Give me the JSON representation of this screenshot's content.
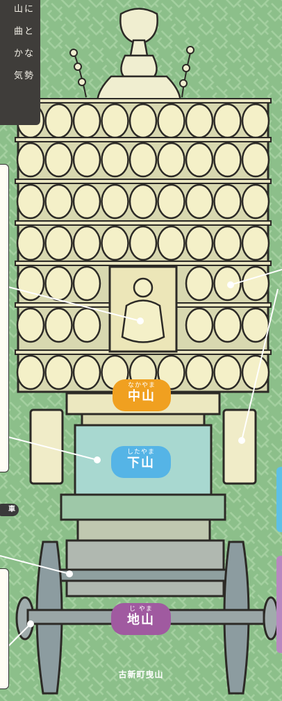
{
  "intro": {
    "lines": [
      "山に",
      "曲と",
      "かな",
      "気勢"
    ]
  },
  "floats": {
    "nakayama": {
      "ruby": "なかやま",
      "name": "中山",
      "color": "#f0a020"
    },
    "shitayama": {
      "ruby": "したやま",
      "name": "下山",
      "color": "#55b4e6"
    },
    "jiyama": {
      "ruby": "じ やま",
      "name": "地山",
      "color": "#a05aa0"
    }
  },
  "side_tag": "車",
  "caption": "古新町曳山",
  "colors": {
    "background": "#8cbf8a",
    "lantern": "#f4f0c8",
    "outline": "#2c2a26"
  }
}
